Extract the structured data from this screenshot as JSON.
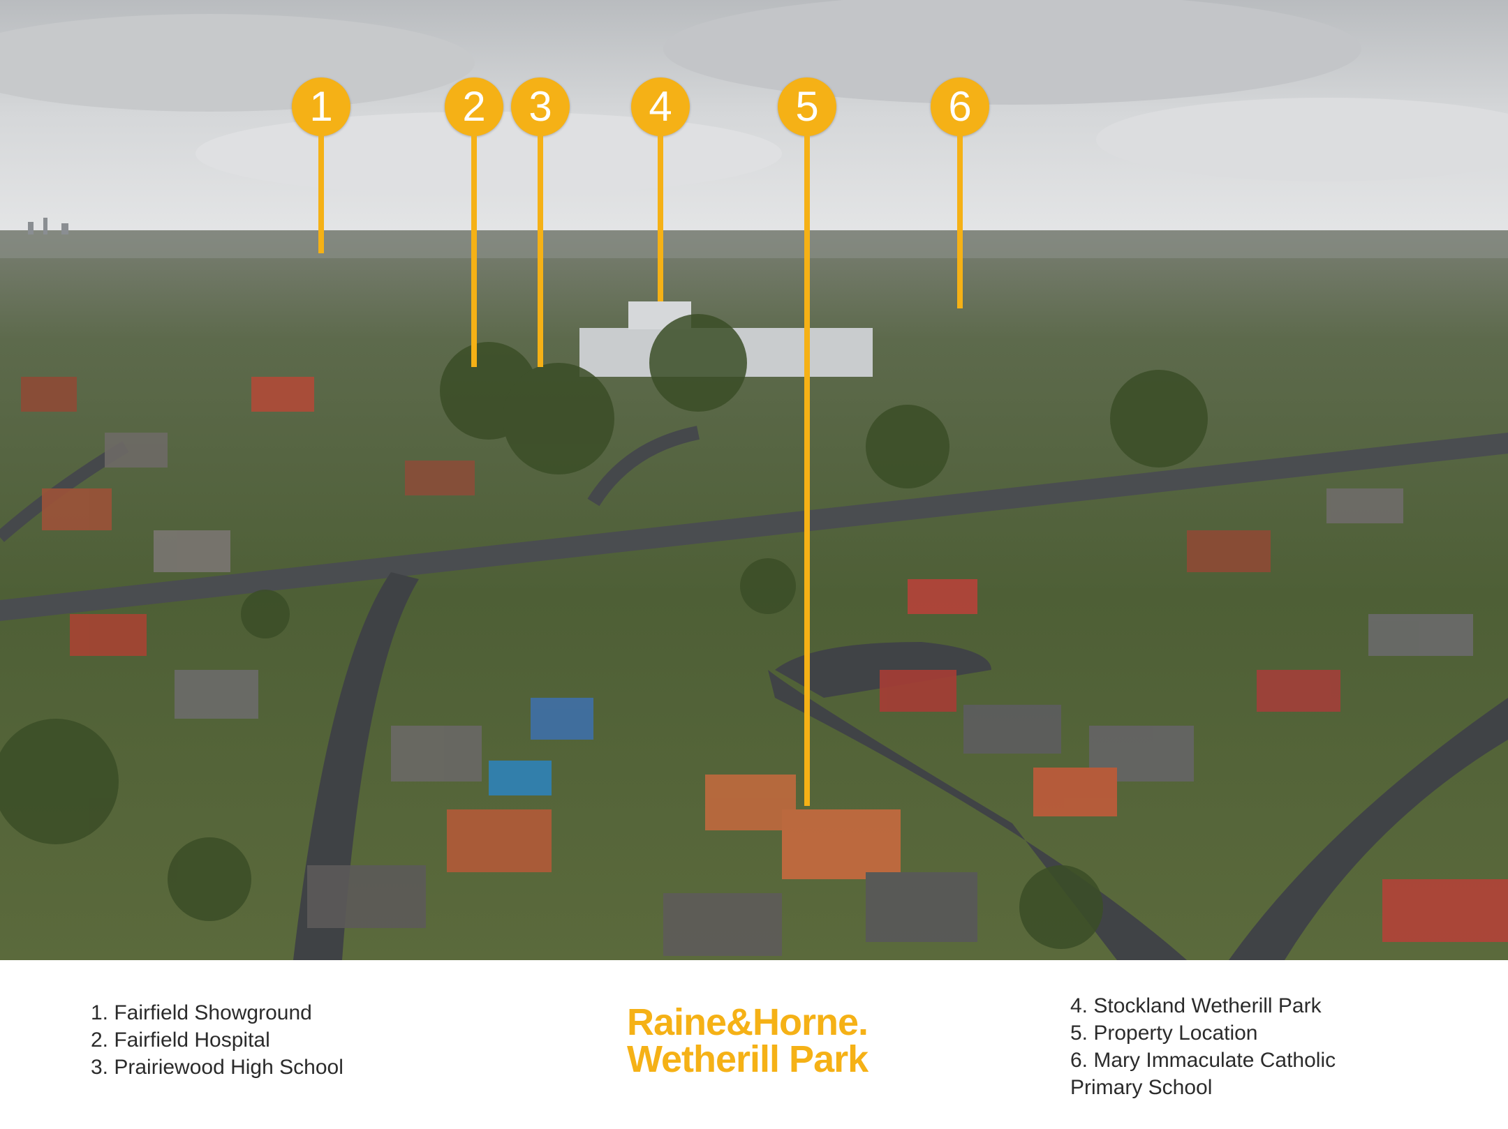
{
  "pins": [
    {
      "number": "1",
      "label": "Fairfield Showground"
    },
    {
      "number": "2",
      "label": "Fairfield Hospital"
    },
    {
      "number": "3",
      "label": "Prairiewood High School"
    },
    {
      "number": "4",
      "label": "Stockland Wetherill Park"
    },
    {
      "number": "5",
      "label": "Property Location"
    },
    {
      "number": "6",
      "label": "Mary Immaculate Catholic Primary School"
    }
  ],
  "legend_left": [
    "1. Fairfield Showground",
    "2. Fairfield Hospital",
    "3. Prairiewood High School"
  ],
  "legend_right": [
    "4. Stockland Wetherill Park",
    "5. Property Location",
    "6. Mary Immaculate Catholic Primary School"
  ],
  "brand": {
    "line1": "Raine&Horne.",
    "line2": "Wetherill Park"
  },
  "colors": {
    "accent": "#f5b116",
    "text": "#2b2b2b"
  }
}
